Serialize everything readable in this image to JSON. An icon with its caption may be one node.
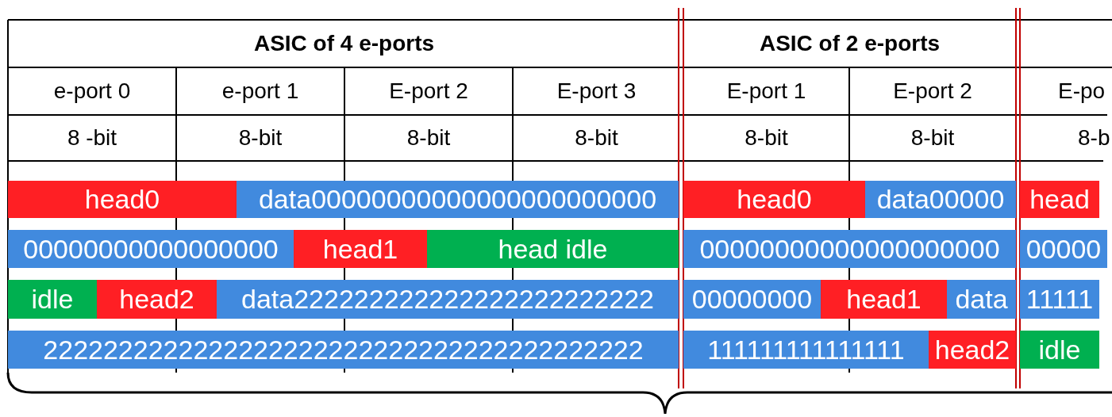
{
  "diagram": {
    "labels": [
      "ASIC of 4 e-ports",
      "ASIC of 2 e-ports",
      "e-port 0",
      "e-port 1",
      "E-port 2",
      "E-port 3",
      "E-port 1",
      "E-port 2",
      "E-po",
      "8 -bit",
      "8-bit",
      "8-bit",
      "8-bit",
      "8-bit",
      "8-bit",
      "8-b",
      "head0",
      "data00000000000000000000000",
      "head0",
      "data00000",
      "head",
      "00000000000000000",
      "head1",
      "head idle",
      "00000000000000000000",
      "00000",
      "idle",
      "head2",
      "data222222222222222222222222",
      "00000000",
      "head1",
      "data",
      "11111",
      "2222222222222222222222222222222222222222",
      "111111111111111",
      "head2",
      "idle"
    ]
  }
}
